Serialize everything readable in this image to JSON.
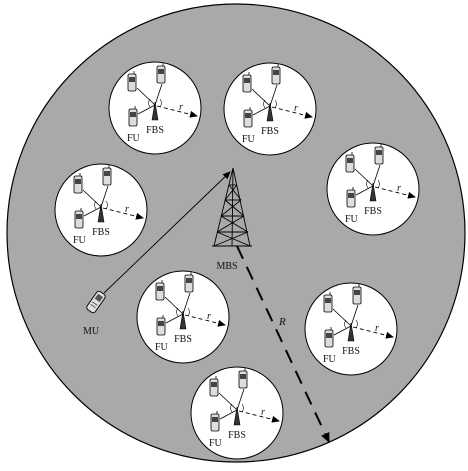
{
  "diagram": {
    "macro_cell": {
      "base_station_label": "MBS",
      "radius_label": "R",
      "macro_user_label": "MU"
    },
    "femtocells": [
      {
        "fbs_label": "FBS",
        "fu_label": "FU",
        "radius_label": "r"
      },
      {
        "fbs_label": "FBS",
        "fu_label": "FU",
        "radius_label": "r"
      },
      {
        "fbs_label": "FBS",
        "fu_label": "FU",
        "radius_label": "r"
      },
      {
        "fbs_label": "FBS",
        "fu_label": "FU",
        "radius_label": "r"
      },
      {
        "fbs_label": "FBS",
        "fu_label": "FU",
        "radius_label": "r"
      },
      {
        "fbs_label": "FBS",
        "fu_label": "FU",
        "radius_label": "r"
      },
      {
        "fbs_label": "FBS",
        "fu_label": "FU",
        "radius_label": "r"
      }
    ],
    "colors": {
      "macro_fill": "#a9a9a9",
      "macro_stroke": "#000000",
      "femto_fill": "#ffffff",
      "line": "#000000"
    }
  }
}
